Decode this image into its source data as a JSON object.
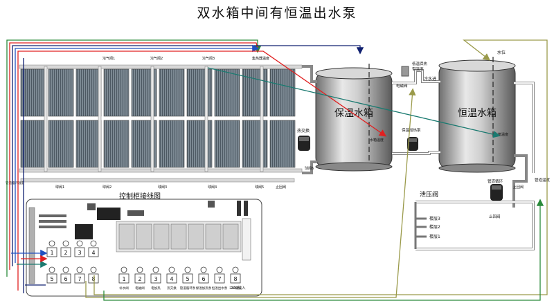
{
  "title": "双水箱中间有恒温出水泵",
  "tanks": {
    "insulated": "保温水箱",
    "constant": "恒温水箱"
  },
  "labels": {
    "vent1": "溶气阀1",
    "vent2": "溶气阀2",
    "vent3": "溶气阀3",
    "collector_temp": "集热器温度",
    "level": "水位",
    "low_temp_mark": "低温保热",
    "set_temp": "带温度",
    "solenoid": "电磁阀",
    "cold_in": "冷水进",
    "heat_exchanger": "热交换",
    "pump6": "球阀6",
    "tank_temp": "水箱温度",
    "pump_heat": "保温加热泵",
    "tank_temp2": "水箱温度",
    "pipe_circ": "管道循环",
    "pipe_temp": "管道温度",
    "relief": "泄压阀",
    "check_valve_bottom": "止回阀",
    "check_valve": "止回阀",
    "floor3": "楼层3",
    "floor2": "楼层2",
    "floor1": "楼层1",
    "ball1": "球阀1",
    "ball2": "球阀2",
    "ball3": "球阀3",
    "ball4": "球阀4",
    "ball5": "球阀5",
    "circ_temp": "管道循环温度",
    "wiring": "控制柜接线图",
    "ac220": "220输入"
  },
  "terminals_left_top": [
    "1",
    "2",
    "3",
    "4"
  ],
  "terminals_left_bottom": [
    "5",
    "6",
    "7",
    "8"
  ],
  "terminals_bottom": [
    "1",
    "2",
    "3",
    "4",
    "5",
    "6",
    "7",
    "8"
  ],
  "bottom_captions": [
    "补水阀",
    "电磁阀",
    "电加热",
    "热交换",
    "管道循环泵",
    "保温加热泵",
    "恒温出水泵",
    "220输入"
  ],
  "colors": {
    "red": "#e02020",
    "blue": "#2050c0",
    "navy": "#102070",
    "teal": "#1a7a70",
    "green": "#2a8a3a",
    "olive": "#9a9a4a",
    "panel": "#6a7a86"
  }
}
